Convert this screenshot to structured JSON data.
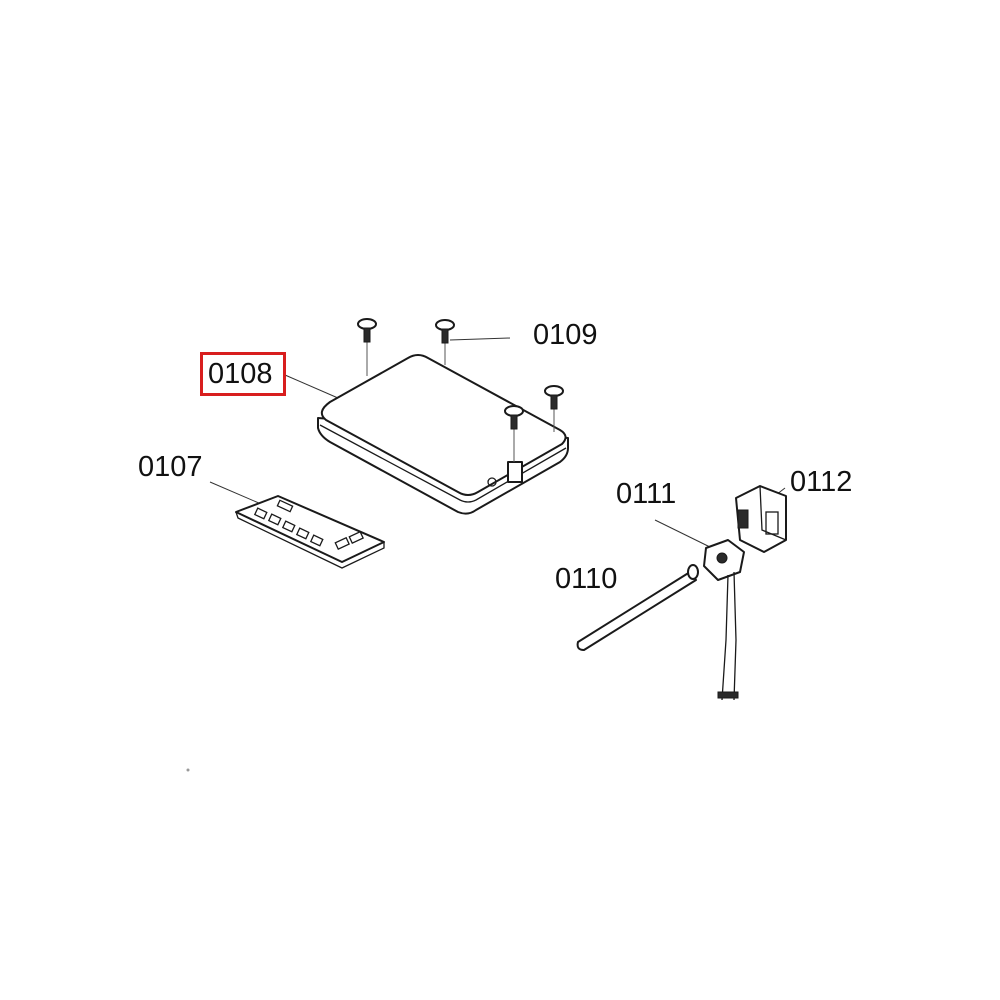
{
  "diagram": {
    "labels": {
      "p0107": "0107",
      "p0108": "0108",
      "p0109": "0109",
      "p0110": "0110",
      "p0111": "0111",
      "p0112": "0112"
    },
    "highlighted_part": "0108",
    "colors": {
      "highlight": "#d81e1e",
      "line": "#1a1a1a",
      "background": "#ffffff"
    }
  }
}
